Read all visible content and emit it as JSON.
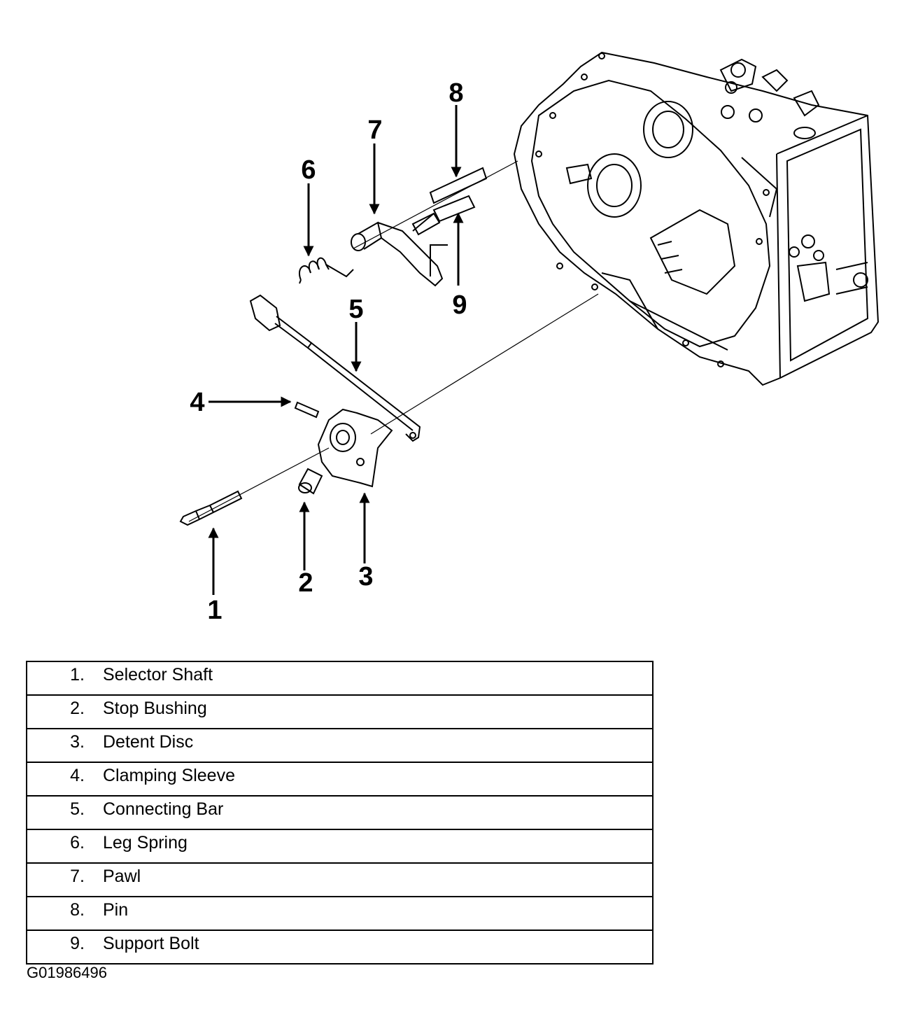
{
  "callouts": [
    "1",
    "2",
    "3",
    "4",
    "5",
    "6",
    "7",
    "8",
    "9"
  ],
  "legend": [
    {
      "num": "1.",
      "name": "Selector Shaft"
    },
    {
      "num": "2.",
      "name": "Stop Bushing"
    },
    {
      "num": "3.",
      "name": "Detent Disc"
    },
    {
      "num": "4.",
      "name": "Clamping Sleeve"
    },
    {
      "num": "5.",
      "name": "Connecting Bar"
    },
    {
      "num": "6.",
      "name": "Leg Spring"
    },
    {
      "num": "7.",
      "name": "Pawl"
    },
    {
      "num": "8.",
      "name": "Pin"
    },
    {
      "num": "9.",
      "name": "Support Bolt"
    }
  ],
  "figure_id": "G01986496"
}
